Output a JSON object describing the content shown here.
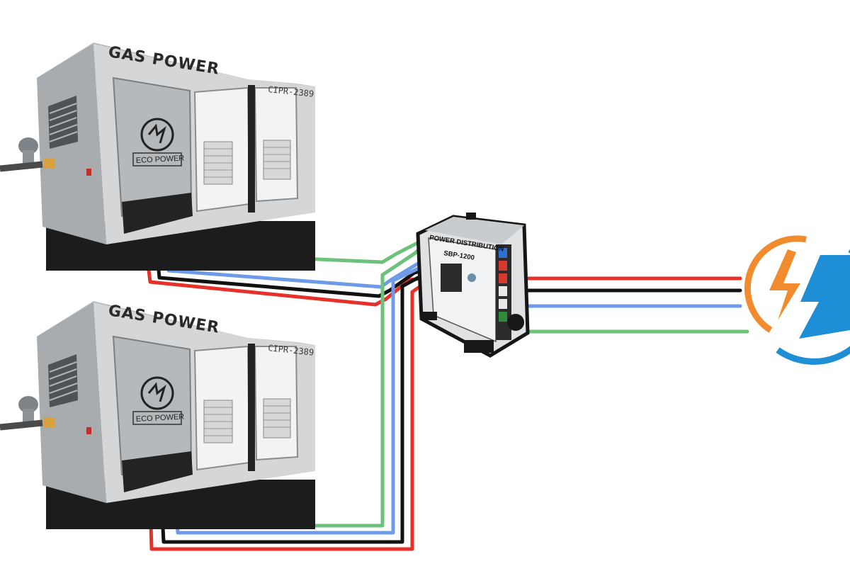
{
  "generators": [
    {
      "brand": "GAS POWER",
      "model": "CIPR-2389",
      "badge": "ECO POWER"
    },
    {
      "brand": "GAS POWER",
      "model": "CIPR-2389",
      "badge": "ECO POWER"
    }
  ],
  "distribution_panel": {
    "title": "POWER DISTRIBUTION",
    "model": "SBP-1200"
  },
  "cable_colors": {
    "red": "#e8302a",
    "black": "#111111",
    "blue": "#6d9be8",
    "green": "#6cc27a"
  },
  "logo_colors": {
    "orange": "#f28a2e",
    "blue": "#1e8fd6"
  }
}
